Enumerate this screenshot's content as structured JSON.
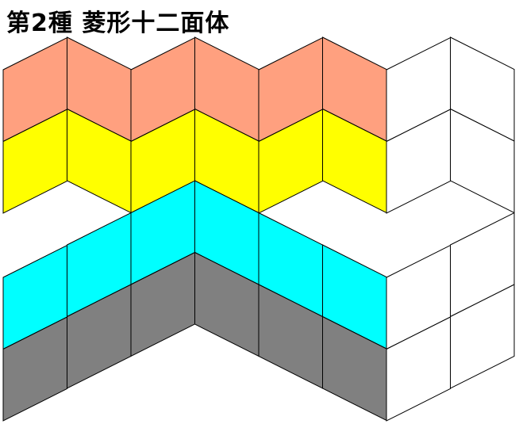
{
  "title": "第2種 菱形十二面体",
  "colors": {
    "salmon": "#FFA07F",
    "yellow": "#FFFF00",
    "cyan": "#00FFFF",
    "gray": "#808080",
    "white": "#FFFFFF",
    "stroke": "#000000"
  },
  "bands": [
    {
      "name": "salmon-band",
      "color": "salmon"
    },
    {
      "name": "yellow-band",
      "color": "yellow"
    },
    {
      "name": "cyan-band",
      "color": "cyan"
    },
    {
      "name": "gray-band",
      "color": "gray"
    },
    {
      "name": "white-cells",
      "color": "white"
    }
  ]
}
